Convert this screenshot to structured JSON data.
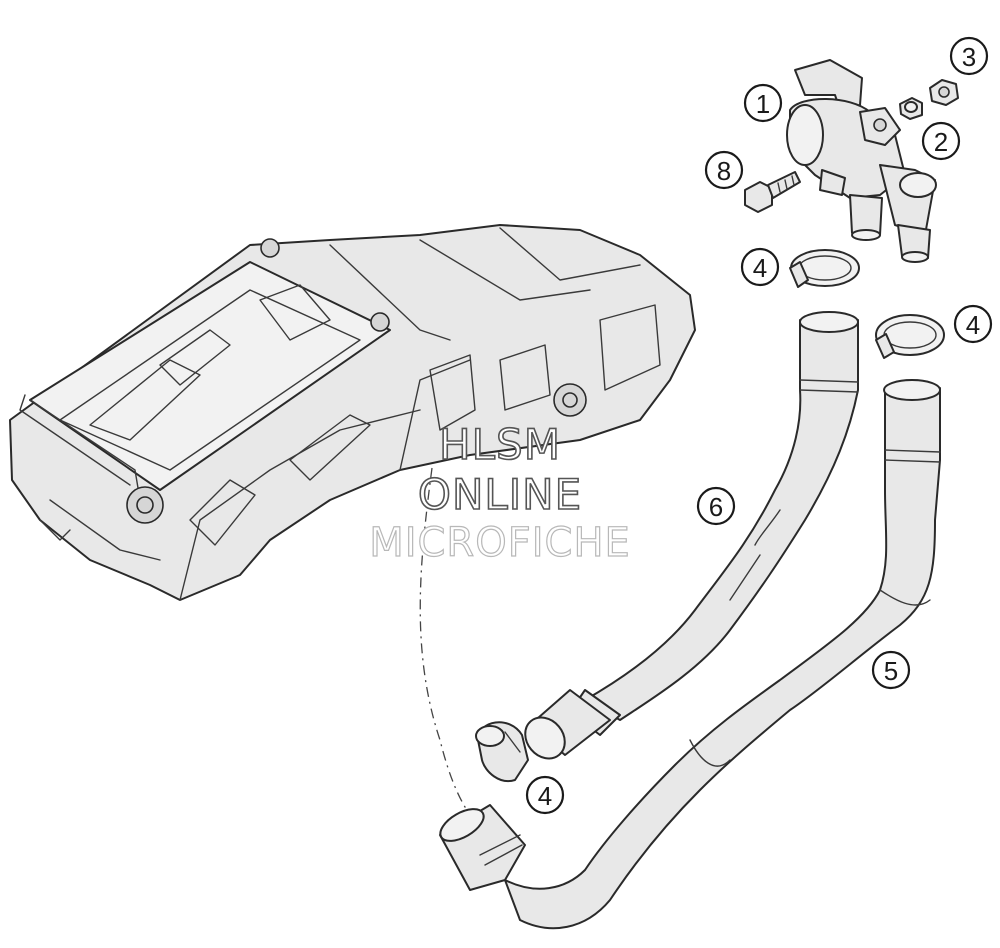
{
  "callouts": [
    {
      "number": "1"
    },
    {
      "number": "2"
    },
    {
      "number": "3"
    },
    {
      "number": "4"
    },
    {
      "number": "4"
    },
    {
      "number": "4"
    },
    {
      "number": "5"
    },
    {
      "number": "6"
    },
    {
      "number": "8"
    }
  ],
  "watermark": {
    "line1": "HLSM",
    "line2": "ONLINE",
    "line3": "MICROFICHE"
  }
}
